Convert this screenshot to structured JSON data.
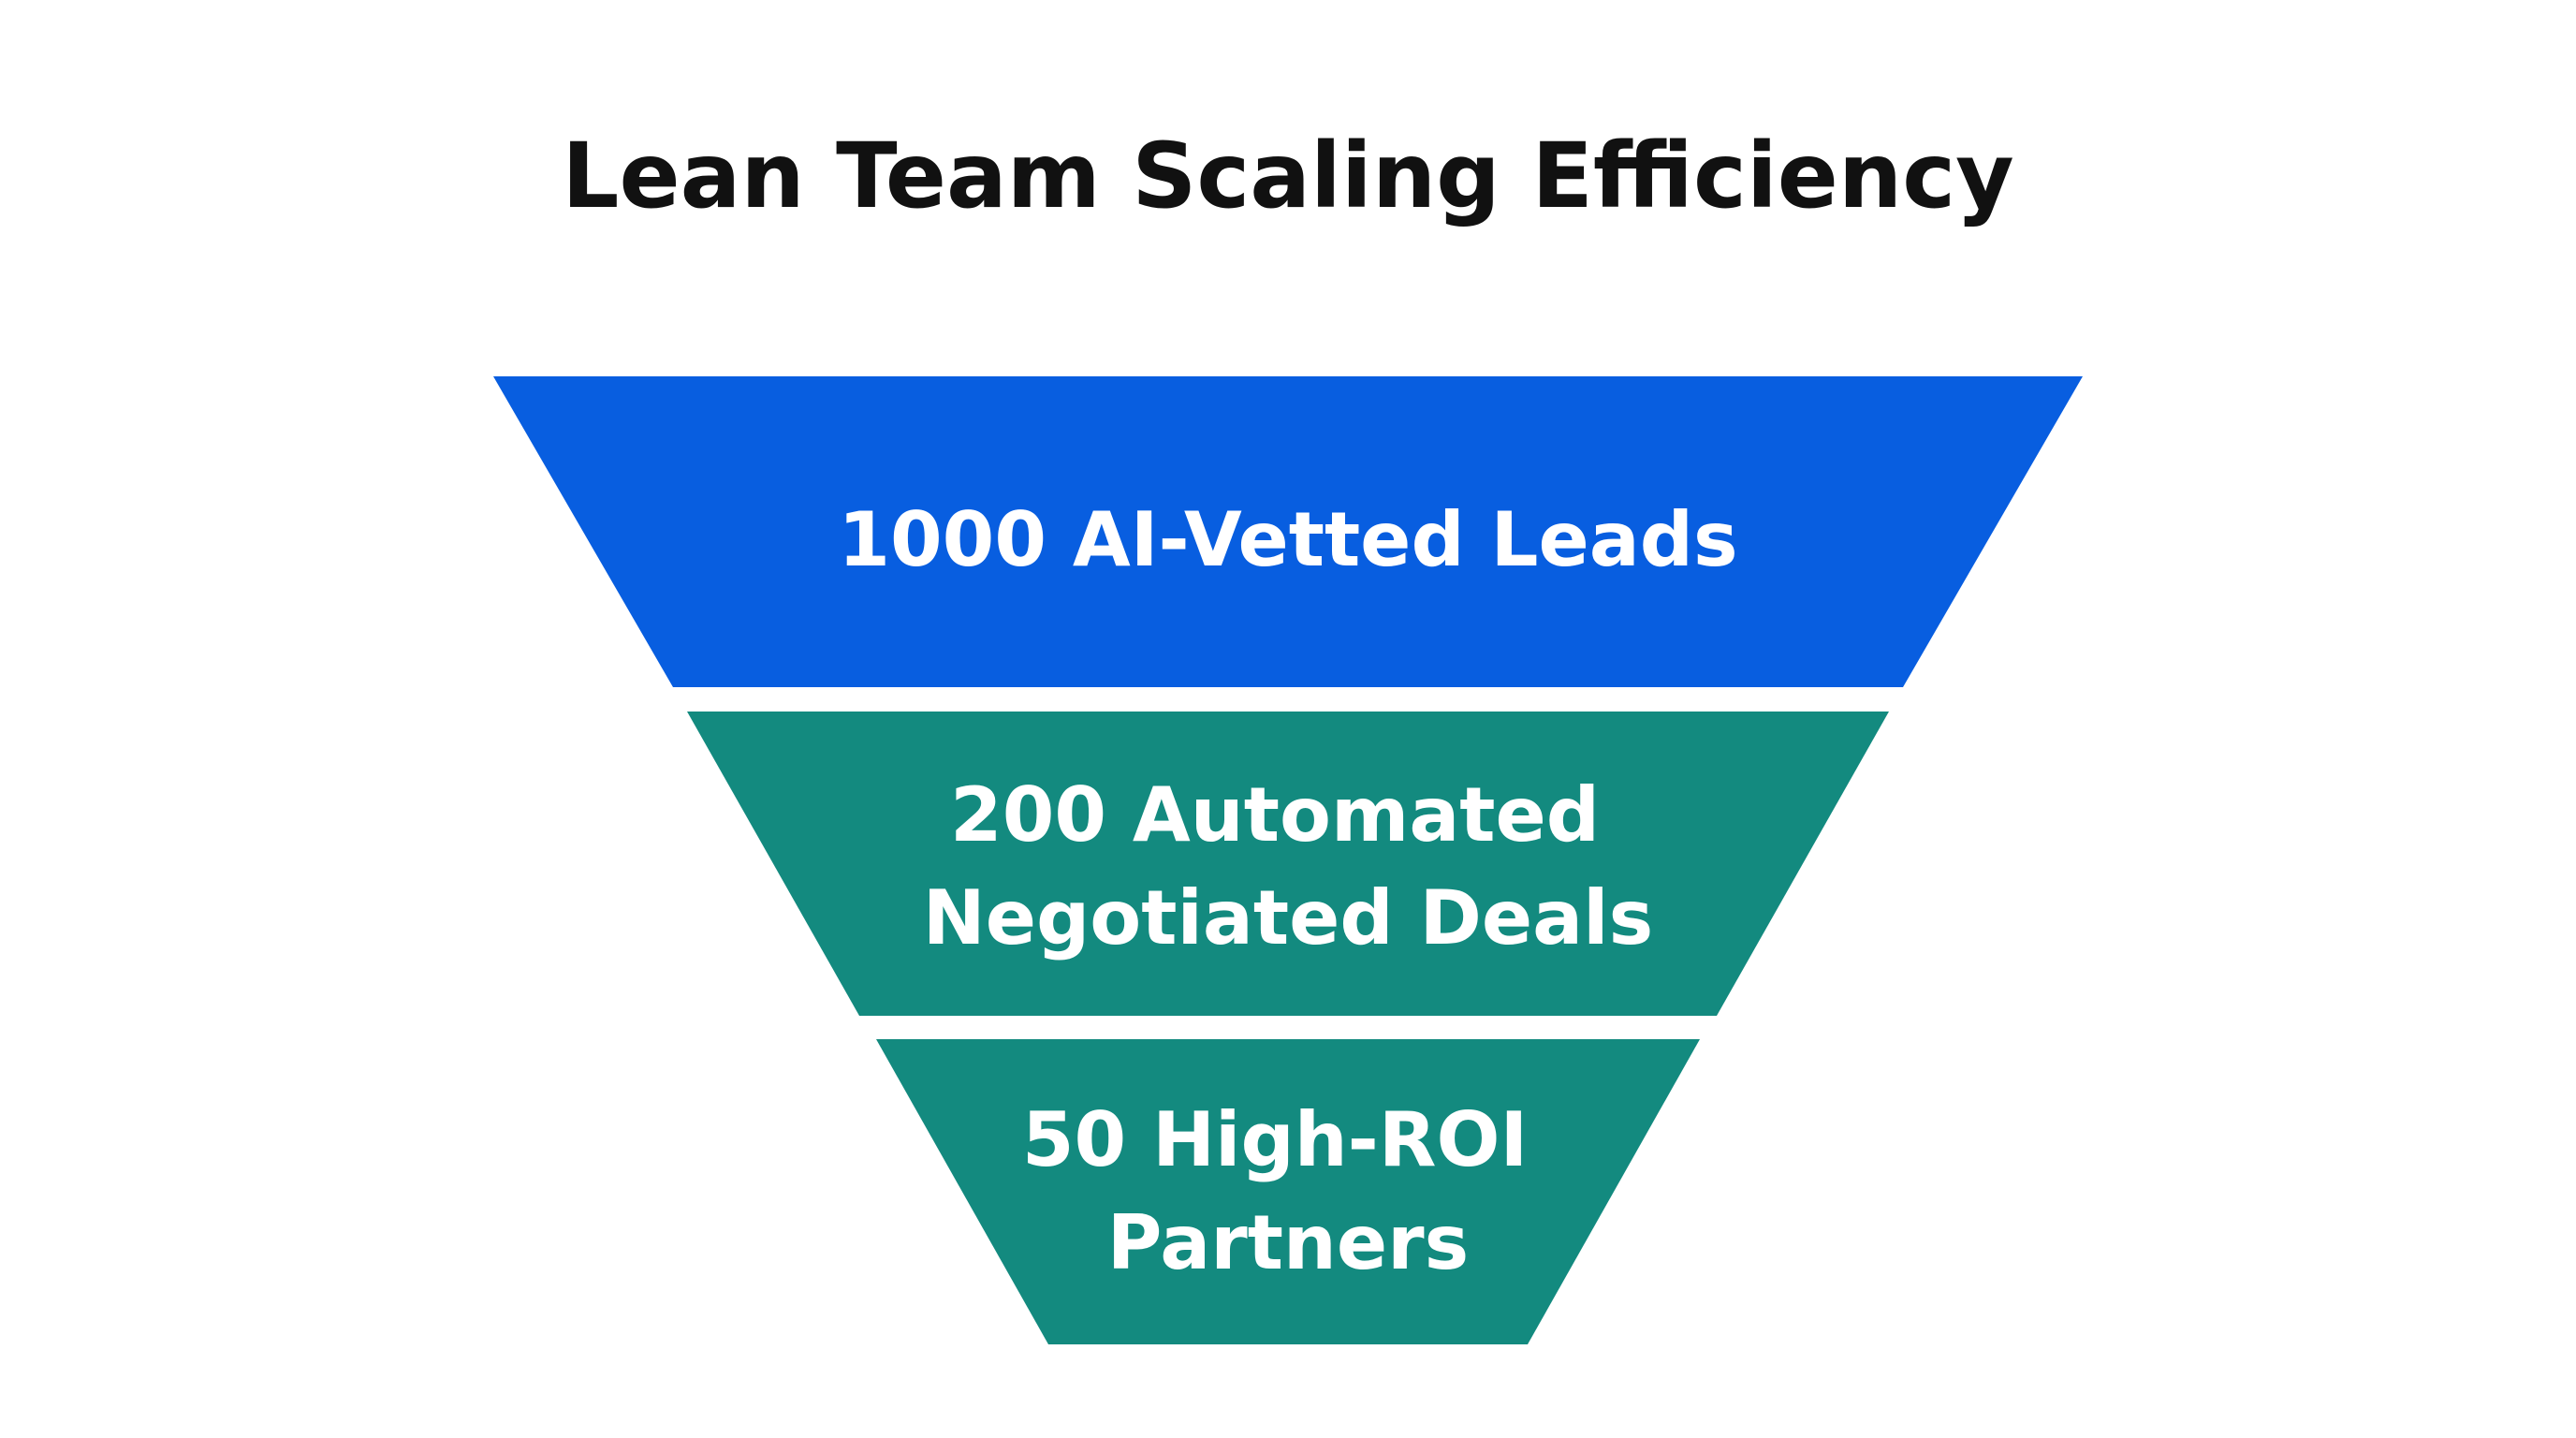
{
  "title": "Lean Team Scaling Efficiency",
  "colors": {
    "background": "#ffffff",
    "title_text": "#111111",
    "label_text": "#ffffff",
    "stage_1": "#085ee0",
    "stage_2": "#138a7f",
    "stage_3": "#138a7f"
  },
  "funnel": {
    "stages": [
      {
        "value": 1000,
        "lines": [
          "1000 AI-Vetted Leads"
        ]
      },
      {
        "value": 200,
        "lines": [
          "200 Automated",
          "Negotiated Deals"
        ]
      },
      {
        "value": 50,
        "lines": [
          "50 High-ROI",
          "Partners"
        ]
      }
    ]
  }
}
